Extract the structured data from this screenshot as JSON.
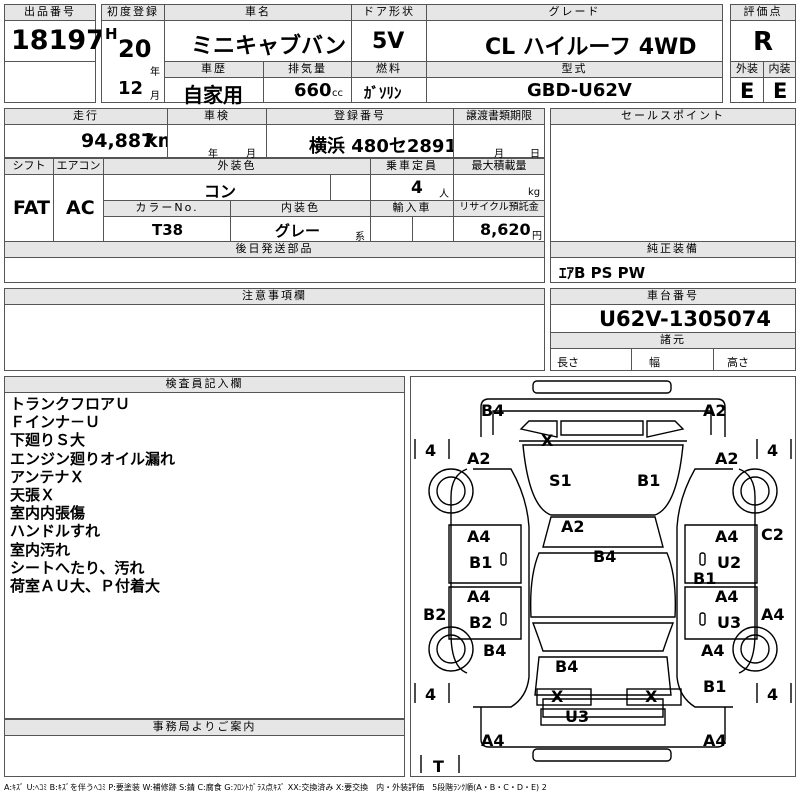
{
  "header": {
    "lot_label": "出品番号",
    "lot_value": "18197",
    "reg_label": "初度登録",
    "era": "H",
    "reg_year": "20",
    "year_unit": "年",
    "reg_month": "12",
    "month_unit": "月",
    "name_label": "車名",
    "name_value": "ミニキャブバン",
    "door_label": "ドア形状",
    "door_value": "5V",
    "grade_label": "グレード",
    "grade_value": "CL ハイルーフ 4WD",
    "score_label": "評価点",
    "score_value": "R",
    "history_label": "車歴",
    "history_value": "自家用",
    "disp_label": "排気量",
    "disp_value": "660",
    "disp_unit": "cc",
    "fuel_label": "燃料",
    "fuel_value": "ｶﾞｿﾘﾝ",
    "model_label": "型式",
    "model_value": "GBD-U62V",
    "ext_label": "外装",
    "ext_value": "E",
    "int_label": "内装",
    "int_value": "E"
  },
  "row2": {
    "mileage_label": "走行",
    "mileage_value": "94,887",
    "mileage_unit": "km",
    "inspect_label": "車検",
    "inspect_year": "年",
    "inspect_month": "月",
    "plate_label": "登録番号",
    "plate_value": "横浜 480セ2891",
    "transfer_label": "譲渡書類期限",
    "transfer_month": "月",
    "transfer_day": "日",
    "sales_label": "セールスポイント"
  },
  "row3": {
    "shift_label": "シフト",
    "shift_value": "FAT",
    "ac_label": "エアコン",
    "ac_value": "AC",
    "color_label": "外装色",
    "color_value": "コン",
    "cap_label": "乗車定員",
    "cap_value": "4",
    "cap_unit": "人",
    "load_label": "最大積載量",
    "load_unit": "kg",
    "colorno_label": "カラーNo.",
    "colorno_value": "T38",
    "intcolor_label": "内装色",
    "intcolor_value": "グレー",
    "intcolor_unit": "系",
    "import_label": "輸入車",
    "recycle_label": "リサイクル預託金",
    "recycle_value": "8,620",
    "recycle_unit": "円"
  },
  "parts": {
    "later_label": "後日発送部品",
    "equip_label": "純正装備",
    "equip_value": "ｴｱB PS PW"
  },
  "notes": {
    "caution_label": "注意事項欄"
  },
  "chassis": {
    "label": "車台番号",
    "value": "U62V-1305074",
    "spec_label": "諸元",
    "len_label": "長さ",
    "width_label": "幅",
    "height_label": "高さ"
  },
  "inspector": {
    "label": "検査員記入欄",
    "lines": [
      "トランクフロアＵ",
      "Ｆインナ－Ｕ",
      "下廻りＳ大",
      "エンジン廻りオイル漏れ",
      "アンテナＸ",
      "天張Ｘ",
      "室内内張傷",
      "ハンドルすれ",
      "室内汚れ",
      "シートへたり、汚れ",
      "荷室ＡＵ大、Ｐ付着大"
    ]
  },
  "office": {
    "label": "事務局よりご案内"
  },
  "diagram": {
    "tire_fl": "4",
    "tire_fr": "4",
    "tire_rl": "4",
    "tire_rr": "4",
    "spare": "T",
    "marks": {
      "b4_top": "B4",
      "a2_top": "A2",
      "x_front": "X",
      "a2_left_front": "A2",
      "a2_right_front": "A2",
      "s1": "S1",
      "b1_hood": "B1",
      "a2_center": "A2",
      "b4_roof": "B4",
      "a4_l1": "A4",
      "b1_l1": "B1",
      "a4_l2": "A4",
      "b2_l2": "B2",
      "a4_r1": "A4",
      "u2_r1": "U2",
      "b1_r_mid": "B1",
      "a4_r2": "A4",
      "u3_r2": "U3",
      "c2_right": "C2",
      "a4_right": "A4",
      "b2_left": "B2",
      "b4_left_rear": "B4",
      "b4_rear": "B4",
      "a4_rear_right": "A4",
      "b1_rear_right": "B1",
      "x_rear_l": "X",
      "x_rear_r": "X",
      "u3_rear": "U3",
      "a4_bottom_l": "A4",
      "a4_bottom_r": "A4"
    }
  },
  "legend": "A:ｷｽﾞ U:ﾍｺﾐ B:ｷｽﾞを伴うﾍｺﾐ P:要塗装 W:補修跡 S:錆 C:腐食 G:ﾌﾛﾝﾄｶﾞﾗｽ点ｷｽﾞ XX:交換済み X:要交換　内・外装評価　5段階ﾗﾝｸ順(A・B・C・D・E) 2"
}
